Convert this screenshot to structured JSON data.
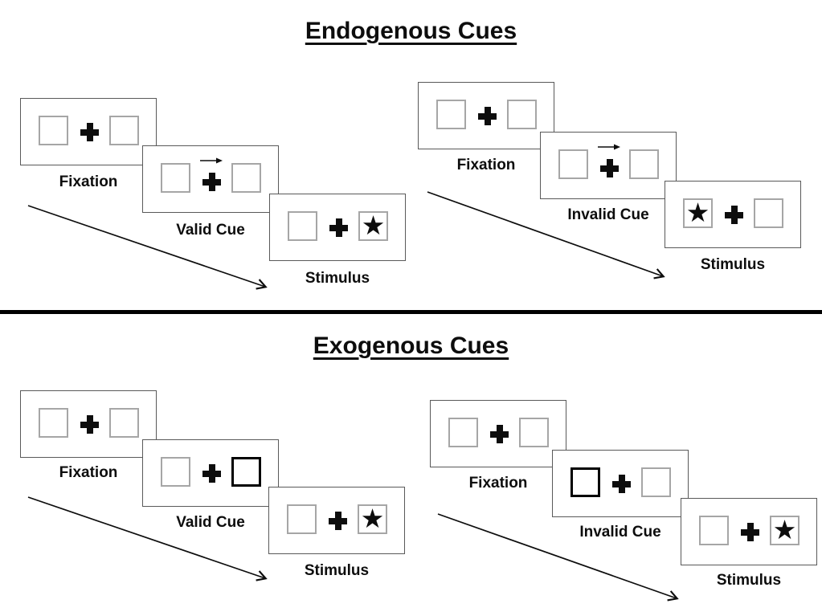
{
  "colors": {
    "frame_border": "#595959",
    "box_border": "#a6a6a6",
    "cue_box_border": "#000000",
    "ink": "#0d0d0d",
    "divider": "#000000"
  },
  "glyphs": {
    "star": "★"
  },
  "sections": [
    {
      "title": "Endogenous Cues",
      "trials": [
        {
          "name": "valid-trial",
          "cue_type": "central-arrow-pointing-right",
          "frames": [
            {
              "label": "Fixation"
            },
            {
              "label": "Valid Cue"
            },
            {
              "label": "Stimulus",
              "star_side": "right"
            }
          ]
        },
        {
          "name": "invalid-trial",
          "cue_type": "central-arrow-pointing-right",
          "frames": [
            {
              "label": "Fixation"
            },
            {
              "label": "Invalid Cue"
            },
            {
              "label": "Stimulus",
              "star_side": "left"
            }
          ]
        }
      ]
    },
    {
      "title": "Exogenous Cues",
      "trials": [
        {
          "name": "valid-trial",
          "cue_type": "peripheral-bold-box-right",
          "frames": [
            {
              "label": "Fixation"
            },
            {
              "label": "Valid Cue"
            },
            {
              "label": "Stimulus",
              "star_side": "right"
            }
          ]
        },
        {
          "name": "invalid-trial",
          "cue_type": "peripheral-bold-box-left",
          "frames": [
            {
              "label": "Fixation"
            },
            {
              "label": "Invalid Cue"
            },
            {
              "label": "Stimulus",
              "star_side": "right"
            }
          ]
        }
      ]
    }
  ]
}
